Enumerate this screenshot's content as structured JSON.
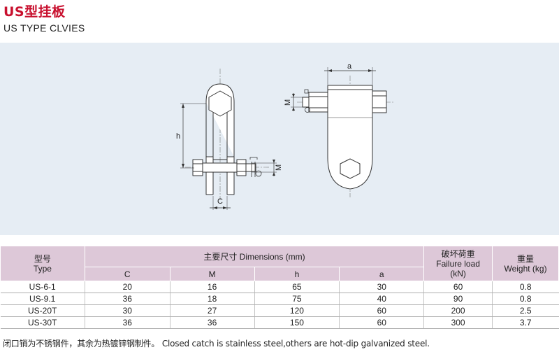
{
  "header": {
    "title_cn": "US型挂板",
    "title_en": "US TYPE CLVIES"
  },
  "drawing": {
    "labels": {
      "h": "h",
      "c": "C",
      "m_left": "M",
      "m_right": "M",
      "a": "a"
    }
  },
  "table": {
    "head": {
      "model": [
        "型号",
        "Type"
      ],
      "dims": "主要尺寸 Dimensions (mm)",
      "sub": [
        "C",
        "M",
        "h",
        "a"
      ],
      "load": [
        "破坏荷重",
        "Failure load",
        "(kN)"
      ],
      "weight": [
        "重量",
        "Weight (kg)"
      ]
    },
    "rows": [
      [
        "US-6-1",
        "20",
        "16",
        "65",
        "30",
        "60",
        "0.8"
      ],
      [
        "US-9.1",
        "36",
        "18",
        "75",
        "40",
        "90",
        "0.8"
      ],
      [
        "US-20T",
        "30",
        "27",
        "120",
        "60",
        "200",
        "2.5"
      ],
      [
        "US-30T",
        "36",
        "36",
        "150",
        "60",
        "300",
        "3.7"
      ]
    ]
  },
  "footnote": "闭口销为不锈钢件，其余为热镀锌钢制件。 Closed catch is stainless steel,others are hot-dip galvanized steel."
}
